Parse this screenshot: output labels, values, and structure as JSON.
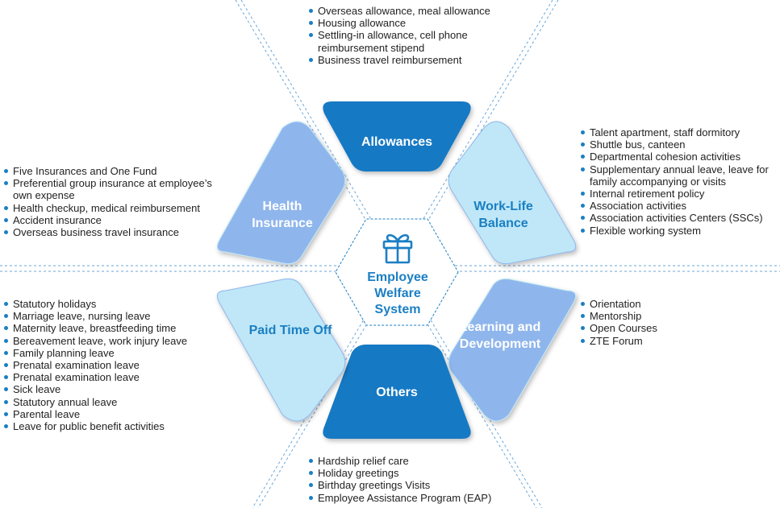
{
  "center": {
    "lines": [
      "Employee",
      "Welfare",
      "System"
    ],
    "icon": "gift-icon"
  },
  "colors": {
    "dark_blue": "#1379c4",
    "medium_blue": "#8fb6ec",
    "light_blue": "#bfe7f7",
    "accent": "#1a7fc2",
    "dashed_line": "#6aa6d8"
  },
  "segments": {
    "allowances": {
      "lines": [
        "Allowances"
      ]
    },
    "work_life": {
      "lines": [
        "Work-Life",
        "Balance"
      ]
    },
    "learning": {
      "lines": [
        "Learning and",
        "Development"
      ]
    },
    "others": {
      "lines": [
        "Others"
      ]
    },
    "paid_time_off": {
      "lines": [
        "Paid Time Off"
      ]
    },
    "health": {
      "lines": [
        "Health",
        "Insurance"
      ]
    }
  },
  "lists": {
    "allowances": [
      "Overseas allowance, meal allowance",
      "Housing allowance",
      "Settling-in allowance, cell phone reimbursement stipend",
      "Business travel reimbursement"
    ],
    "work_life": [
      "Talent apartment, staff dormitory",
      "Shuttle bus, canteen",
      "Departmental cohesion activities",
      "Supplementary annual leave, leave for family accompanying or visits",
      "Internal retirement policy",
      "Association activities",
      "Association activities Centers (SSCs)",
      "Flexible working system"
    ],
    "health": [
      "Five Insurances and One Fund",
      "Preferential group insurance at employee’s own expense",
      "Health checkup, medical reimbursement",
      "Accident insurance",
      "Overseas business travel insurance"
    ],
    "paid_time_off": [
      "Statutory holidays",
      "Marriage leave, nursing leave",
      "Maternity leave, breastfeeding time",
      "Bereavement leave, work injury leave",
      "Family planning leave",
      "Prenatal examination leave",
      "Prenatal examination leave",
      "Sick leave",
      "Statutory annual leave",
      "Parental leave",
      "Leave for public benefit activities"
    ],
    "learning": [
      "Orientation",
      "Mentorship",
      "Open Courses",
      "ZTE Forum"
    ],
    "others": [
      "Hardship relief care",
      "Holiday greetings",
      "Birthday greetings Visits",
      "Employee Assistance Program (EAP)"
    ]
  }
}
